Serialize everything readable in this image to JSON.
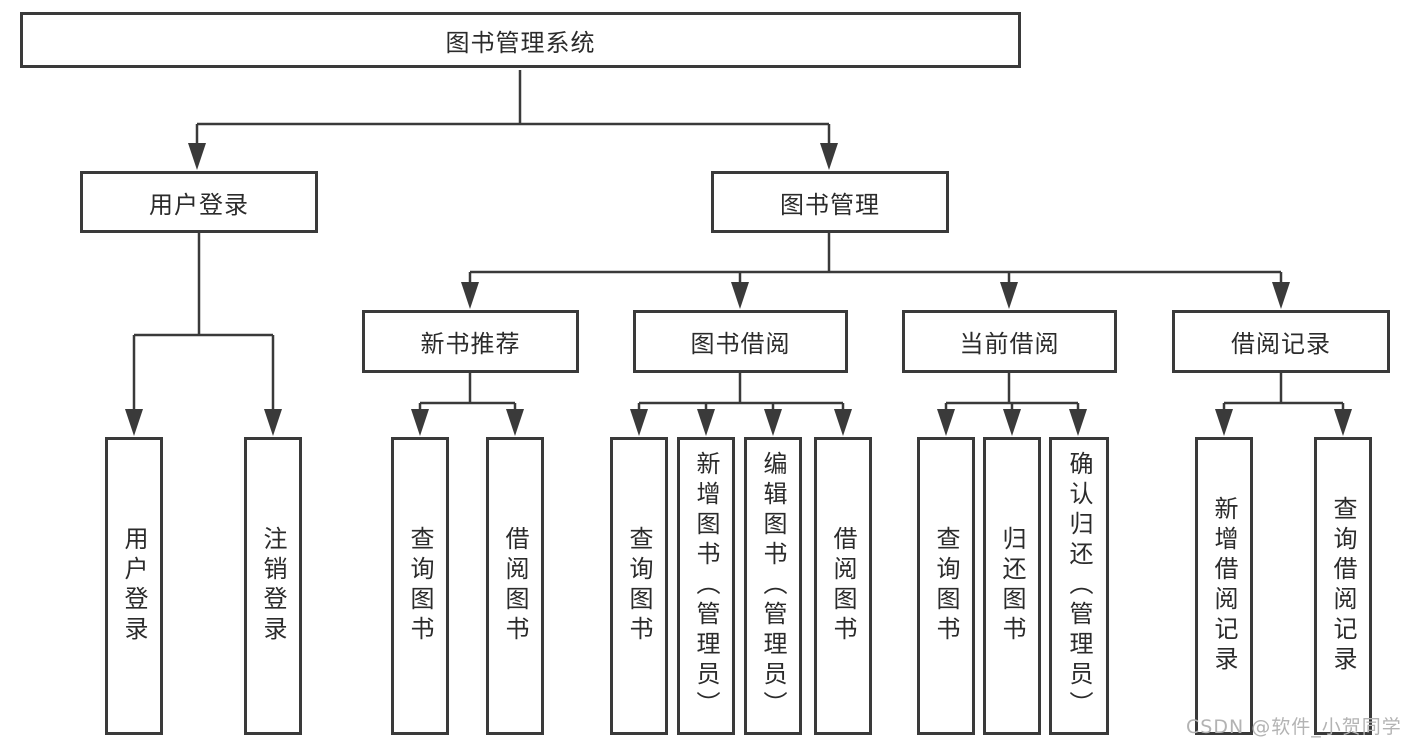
{
  "tree": {
    "label": "图书管理系统",
    "children": [
      {
        "label": "用户登录",
        "children": [
          {
            "label": "用户登录"
          },
          {
            "label": "注销登录"
          }
        ]
      },
      {
        "label": "图书管理",
        "children": [
          {
            "label": "新书推荐",
            "children": [
              {
                "label": "查询图书"
              },
              {
                "label": "借阅图书"
              }
            ]
          },
          {
            "label": "图书借阅",
            "children": [
              {
                "label": "查询图书"
              },
              {
                "label": "新增图书（管理员）"
              },
              {
                "label": "编辑图书（管理员）"
              },
              {
                "label": "借阅图书"
              }
            ]
          },
          {
            "label": "当前借阅",
            "children": [
              {
                "label": "查询图书"
              },
              {
                "label": "归还图书"
              },
              {
                "label": "确认归还（管理员）"
              }
            ]
          },
          {
            "label": "借阅记录",
            "children": [
              {
                "label": "新增借阅记录"
              },
              {
                "label": "查询借阅记录"
              }
            ]
          }
        ]
      }
    ]
  },
  "watermark": "CSDN @软件_小贺同学",
  "colors": {
    "line": "#3a3a3a",
    "text": "#2b2b2b",
    "watermark": "#b3b3b3",
    "background": "#ffffff"
  }
}
